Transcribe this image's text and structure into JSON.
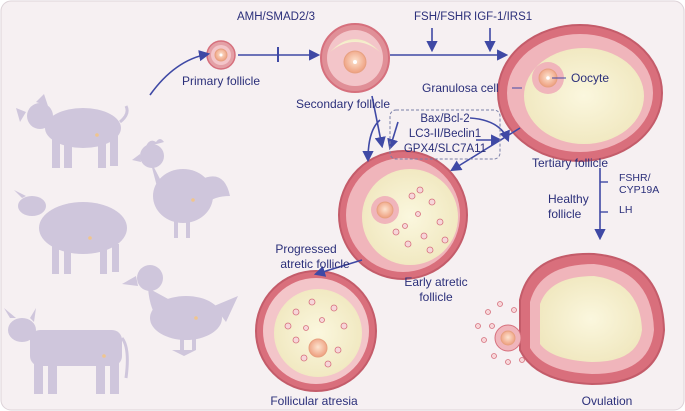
{
  "colors": {
    "background": "#f6f0f2",
    "arrow": "#3f49a5",
    "silhouette": "#cfc6dc",
    "follicle_shell": "#d6707d",
    "granulosa": "#f3c5c9",
    "antrum": "#f6f0d0",
    "oocyte": "#f7c9a8",
    "text": "#2b2f7a"
  },
  "icons": {
    "animals": [
      "pig-icon",
      "chicken-icon",
      "sheep-icon",
      "duck-icon",
      "cow-icon"
    ]
  },
  "labels": {
    "primary_follicle": "Primary follicle",
    "secondary_follicle": "Secondary follicle",
    "tertiary_follicle": "Tertiary follicle",
    "granulosa_cell": "Granulosa cell",
    "oocyte": "Oocyte",
    "early_atretic_line1": "Early atretic",
    "early_atretic_line2": "follicle",
    "progressed_line1": "Progressed",
    "progressed_line2": "atretic follicle",
    "follicular_atresia": "Follicular atresia",
    "healthy_line1": "Healthy",
    "healthy_line2": "follicle",
    "ovulation": "Ovulation"
  },
  "pathways": {
    "amh": "AMH/SMAD2/3",
    "fsh": "FSH/FSHR",
    "igf": "IGF-1/IRS1",
    "bax": "Bax/Bcl-2",
    "lc3": "LC3-II/Beclin1",
    "gpx4": "GPX4/SLC7A11",
    "fshr_line1": "FSHR/",
    "fshr_line2": "CYP19A",
    "lh": "LH"
  }
}
